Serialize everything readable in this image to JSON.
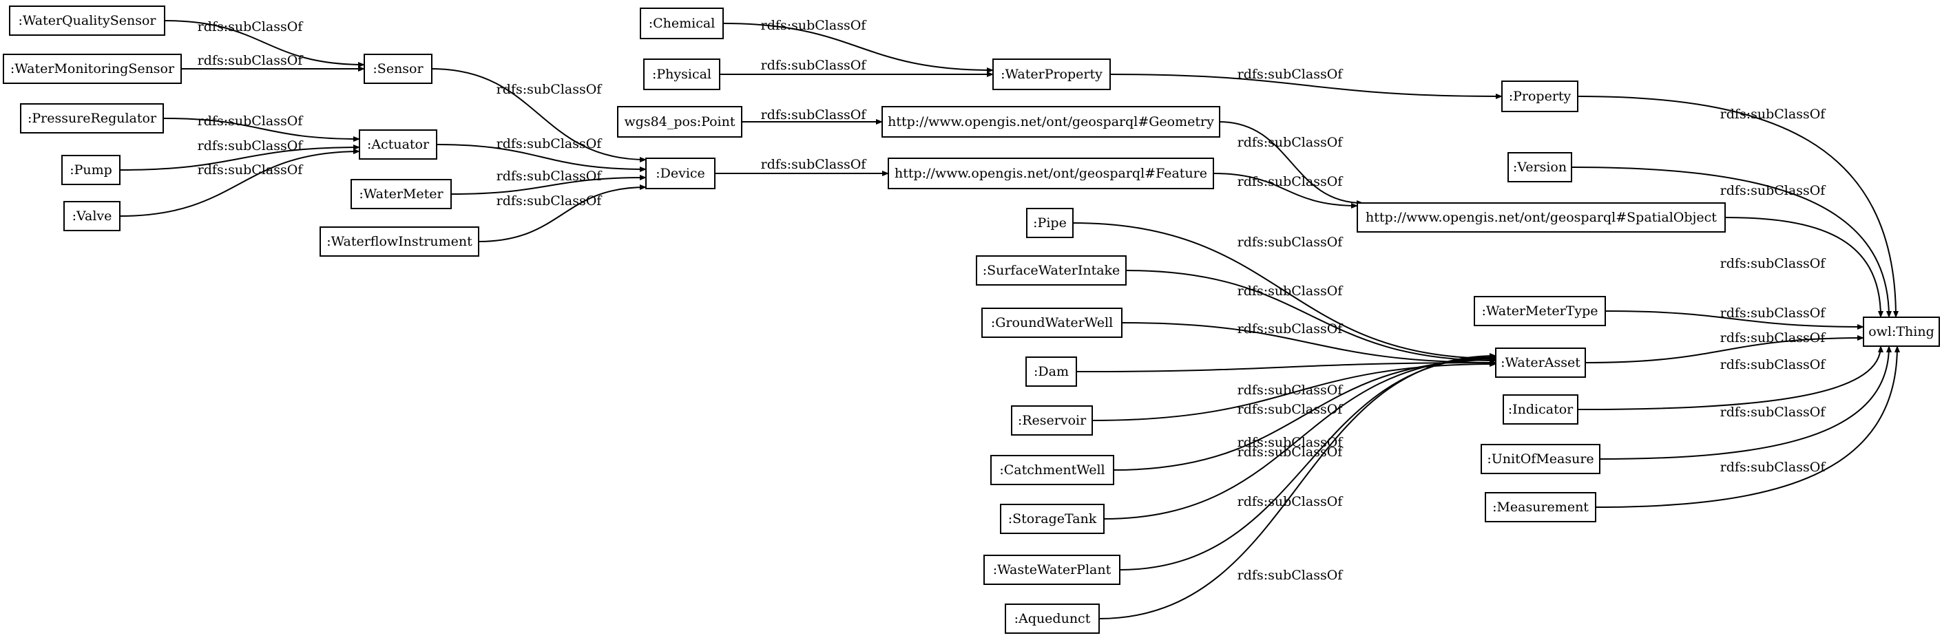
{
  "relation": "rdfs:subClassOf",
  "nodes": [
    {
      "id": "WaterQualitySensor",
      "label": ":WaterQualitySensor"
    },
    {
      "id": "WaterMonitoringSensor",
      "label": ":WaterMonitoringSensor"
    },
    {
      "id": "PressureRegulator",
      "label": ":PressureRegulator"
    },
    {
      "id": "Pump",
      "label": ":Pump"
    },
    {
      "id": "Valve",
      "label": ":Valve"
    },
    {
      "id": "Sensor",
      "label": ":Sensor"
    },
    {
      "id": "Actuator",
      "label": ":Actuator"
    },
    {
      "id": "WaterMeter",
      "label": ":WaterMeter"
    },
    {
      "id": "WaterflowInstrument",
      "label": ":WaterflowInstrument"
    },
    {
      "id": "Chemical",
      "label": ":Chemical"
    },
    {
      "id": "Physical",
      "label": ":Physical"
    },
    {
      "id": "Point",
      "label": "wgs84_pos:Point"
    },
    {
      "id": "Device",
      "label": ":Device"
    },
    {
      "id": "WaterProperty",
      "label": ":WaterProperty"
    },
    {
      "id": "Geometry",
      "label": "http://www.opengis.net/ont/geosparql#Geometry"
    },
    {
      "id": "Feature",
      "label": "http://www.opengis.net/ont/geosparql#Feature"
    },
    {
      "id": "Pipe",
      "label": ":Pipe"
    },
    {
      "id": "SurfaceWaterIntake",
      "label": ":SurfaceWaterIntake"
    },
    {
      "id": "GroundWaterWell",
      "label": ":GroundWaterWell"
    },
    {
      "id": "Dam",
      "label": ":Dam"
    },
    {
      "id": "Reservoir",
      "label": ":Reservoir"
    },
    {
      "id": "CatchmentWell",
      "label": ":CatchmentWell"
    },
    {
      "id": "StorageTank",
      "label": ":StorageTank"
    },
    {
      "id": "WasteWaterPlant",
      "label": ":WasteWaterPlant"
    },
    {
      "id": "Aquedunct",
      "label": ":Aquedunct"
    },
    {
      "id": "Property",
      "label": ":Property"
    },
    {
      "id": "Version",
      "label": ":Version"
    },
    {
      "id": "SpatialObject",
      "label": "http://www.opengis.net/ont/geosparql#SpatialObject"
    },
    {
      "id": "WaterMeterType",
      "label": ":WaterMeterType"
    },
    {
      "id": "WaterAsset",
      "label": ":WaterAsset"
    },
    {
      "id": "Indicator",
      "label": ":Indicator"
    },
    {
      "id": "UnitOfMeasure",
      "label": ":UnitOfMeasure"
    },
    {
      "id": "Measurement",
      "label": ":Measurement"
    },
    {
      "id": "Thing",
      "label": "owl:Thing"
    }
  ],
  "edges": [
    {
      "from": "WaterQualitySensor",
      "to": "Sensor",
      "label": "rdfs:subClassOf"
    },
    {
      "from": "WaterMonitoringSensor",
      "to": "Sensor",
      "label": "rdfs:subClassOf"
    },
    {
      "from": "PressureRegulator",
      "to": "Actuator",
      "label": "rdfs:subClassOf"
    },
    {
      "from": "Pump",
      "to": "Actuator",
      "label": "rdfs:subClassOf"
    },
    {
      "from": "Valve",
      "to": "Actuator",
      "label": "rdfs:subClassOf"
    },
    {
      "from": "Sensor",
      "to": "Device",
      "label": "rdfs:subClassOf"
    },
    {
      "from": "Actuator",
      "to": "Device",
      "label": "rdfs:subClassOf"
    },
    {
      "from": "WaterMeter",
      "to": "Device",
      "label": "rdfs:subClassOf"
    },
    {
      "from": "WaterflowInstrument",
      "to": "Device",
      "label": "rdfs:subClassOf"
    },
    {
      "from": "Chemical",
      "to": "WaterProperty",
      "label": "rdfs:subClassOf"
    },
    {
      "from": "Physical",
      "to": "WaterProperty",
      "label": "rdfs:subClassOf"
    },
    {
      "from": "Point",
      "to": "Geometry",
      "label": "rdfs:subClassOf"
    },
    {
      "from": "Device",
      "to": "Feature",
      "label": "rdfs:subClassOf"
    },
    {
      "from": "WaterProperty",
      "to": "Property",
      "label": "rdfs:subClassOf"
    },
    {
      "from": "Geometry",
      "to": "SpatialObject",
      "label": "rdfs:subClassOf"
    },
    {
      "from": "Feature",
      "to": "SpatialObject",
      "label": "rdfs:subClassOf"
    },
    {
      "from": "Pipe",
      "to": "WaterAsset",
      "label": "rdfs:subClassOf"
    },
    {
      "from": "SurfaceWaterIntake",
      "to": "WaterAsset",
      "label": "rdfs:subClassOf"
    },
    {
      "from": "GroundWaterWell",
      "to": "WaterAsset",
      "label": "rdfs:subClassOf"
    },
    {
      "from": "Dam",
      "to": "WaterAsset",
      "label": "rdfs:subClassOf"
    },
    {
      "from": "Reservoir",
      "to": "WaterAsset",
      "label": "rdfs:subClassOf"
    },
    {
      "from": "CatchmentWell",
      "to": "WaterAsset",
      "label": "rdfs:subClassOf"
    },
    {
      "from": "StorageTank",
      "to": "WaterAsset",
      "label": "rdfs:subClassOf"
    },
    {
      "from": "WasteWaterPlant",
      "to": "WaterAsset",
      "label": "rdfs:subClassOf"
    },
    {
      "from": "Aquedunct",
      "to": "WaterAsset",
      "label": "rdfs:subClassOf"
    },
    {
      "from": "Property",
      "to": "Thing",
      "label": "rdfs:subClassOf"
    },
    {
      "from": "Version",
      "to": "Thing",
      "label": "rdfs:subClassOf"
    },
    {
      "from": "SpatialObject",
      "to": "Thing",
      "label": "rdfs:subClassOf"
    },
    {
      "from": "WaterMeterType",
      "to": "Thing",
      "label": "rdfs:subClassOf"
    },
    {
      "from": "WaterAsset",
      "to": "Thing",
      "label": "rdfs:subClassOf"
    },
    {
      "from": "Indicator",
      "to": "Thing",
      "label": "rdfs:subClassOf"
    },
    {
      "from": "UnitOfMeasure",
      "to": "Thing",
      "label": "rdfs:subClassOf"
    },
    {
      "from": "Measurement",
      "to": "Thing",
      "label": "rdfs:subClassOf"
    }
  ]
}
